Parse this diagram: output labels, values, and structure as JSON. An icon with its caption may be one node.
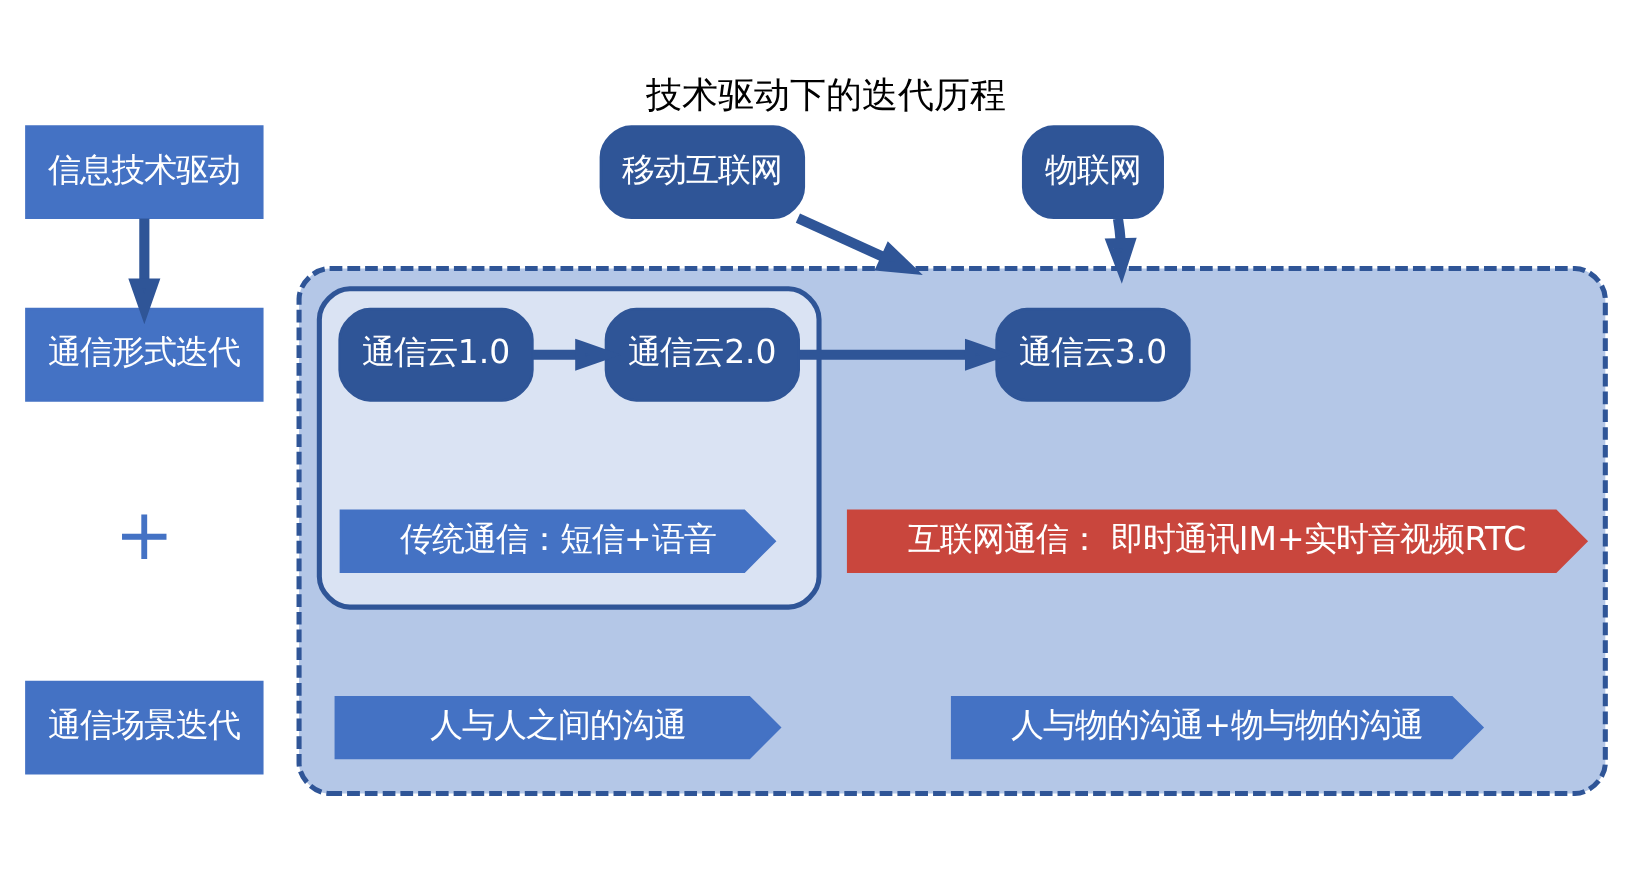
{
  "diagram": {
    "title": "技术驱动下的迭代历程",
    "nodes": [
      {
        "text": [
          "信息技术驱动"
        ]
      },
      {
        "text": [
          "通信形式迭代"
        ]
      },
      {
        "text": [
          "通信场景迭代"
        ]
      },
      {
        "text": [
          "移动互联网"
        ]
      },
      {
        "text": [
          "物联网"
        ]
      },
      {
        "text": [],
        "shape": "box"
      },
      {
        "text": [],
        "shape": "box",
        "in": 5
      },
      {
        "text": [
          "通信云1.0"
        ],
        "in": 6
      },
      {
        "text": [
          "通信云2.0"
        ],
        "in": 6
      },
      {
        "text": [
          "通信云3.0"
        ],
        "in": 5
      },
      {
        "text": [
          "传统通信：短信+语音"
        ],
        "in": 6
      },
      {
        "text": [
          "互联网通信： 即时通讯IM+实时音视频RTC"
        ],
        "in": 5
      },
      {
        "text": [
          "人与人之间的沟通"
        ],
        "in": 5
      },
      {
        "text": [
          "人与物的沟通+物与物的沟通"
        ],
        "in": 5
      }
    ],
    "edges": [
      {
        "from": 0,
        "to": 1,
        "arrow": "to"
      },
      {
        "from": 3,
        "to": 5,
        "arrow": "to"
      },
      {
        "from": 4,
        "to": 5,
        "arrow": "to"
      },
      {
        "from": 7,
        "to": 8,
        "arrow": "to"
      },
      {
        "from": 8,
        "to": 9,
        "arrow": "to"
      }
    ],
    "labels": [
      "+"
    ]
  }
}
